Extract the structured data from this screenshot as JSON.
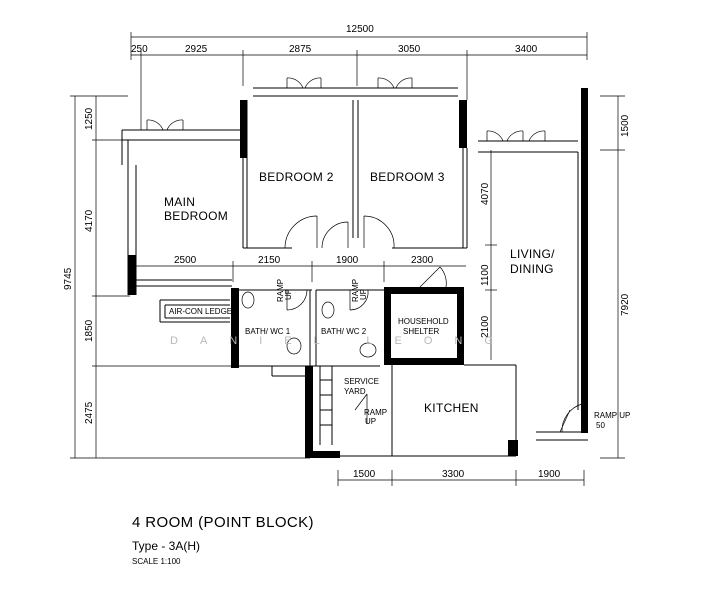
{
  "title": "4 ROOM (POINT BLOCK)",
  "type_label": "Type - 3A(H)",
  "scale": "SCALE 1:100",
  "watermark": "DANIEL LEONG",
  "rooms": {
    "main_bedroom_1": "MAIN",
    "main_bedroom_2": "BEDROOM",
    "bedroom2": "BEDROOM  2",
    "bedroom3": "BEDROOM  3",
    "living_1": "LIVING/",
    "living_2": "DINING",
    "aircon": "AIR-CON LEDGE",
    "bath1": "BATH/ WC  1",
    "bath2": "BATH/ WC  2",
    "shelter_1": "HOUSEHOLD",
    "shelter_2": "SHELTER",
    "service_1": "SERVICE",
    "service_2": "YARD",
    "kitchen": "KITCHEN",
    "ramp": "RAMP",
    "up": "UP",
    "ramp_up": "RAMP UP",
    "ramp_num": "50"
  },
  "dimensions": {
    "overall_width": "12500",
    "top": [
      "250",
      "2925",
      "2875",
      "3050",
      "3400"
    ],
    "left_total": "9745",
    "left": [
      "1250",
      "4170",
      "1850",
      "2475"
    ],
    "interior": [
      "2500",
      "2150",
      "1900",
      "2300"
    ],
    "interior_vertical": [
      "4070",
      "1100",
      "2100"
    ],
    "right": [
      "1500",
      "7920"
    ],
    "bottom": [
      "1500",
      "3300",
      "1900"
    ]
  }
}
